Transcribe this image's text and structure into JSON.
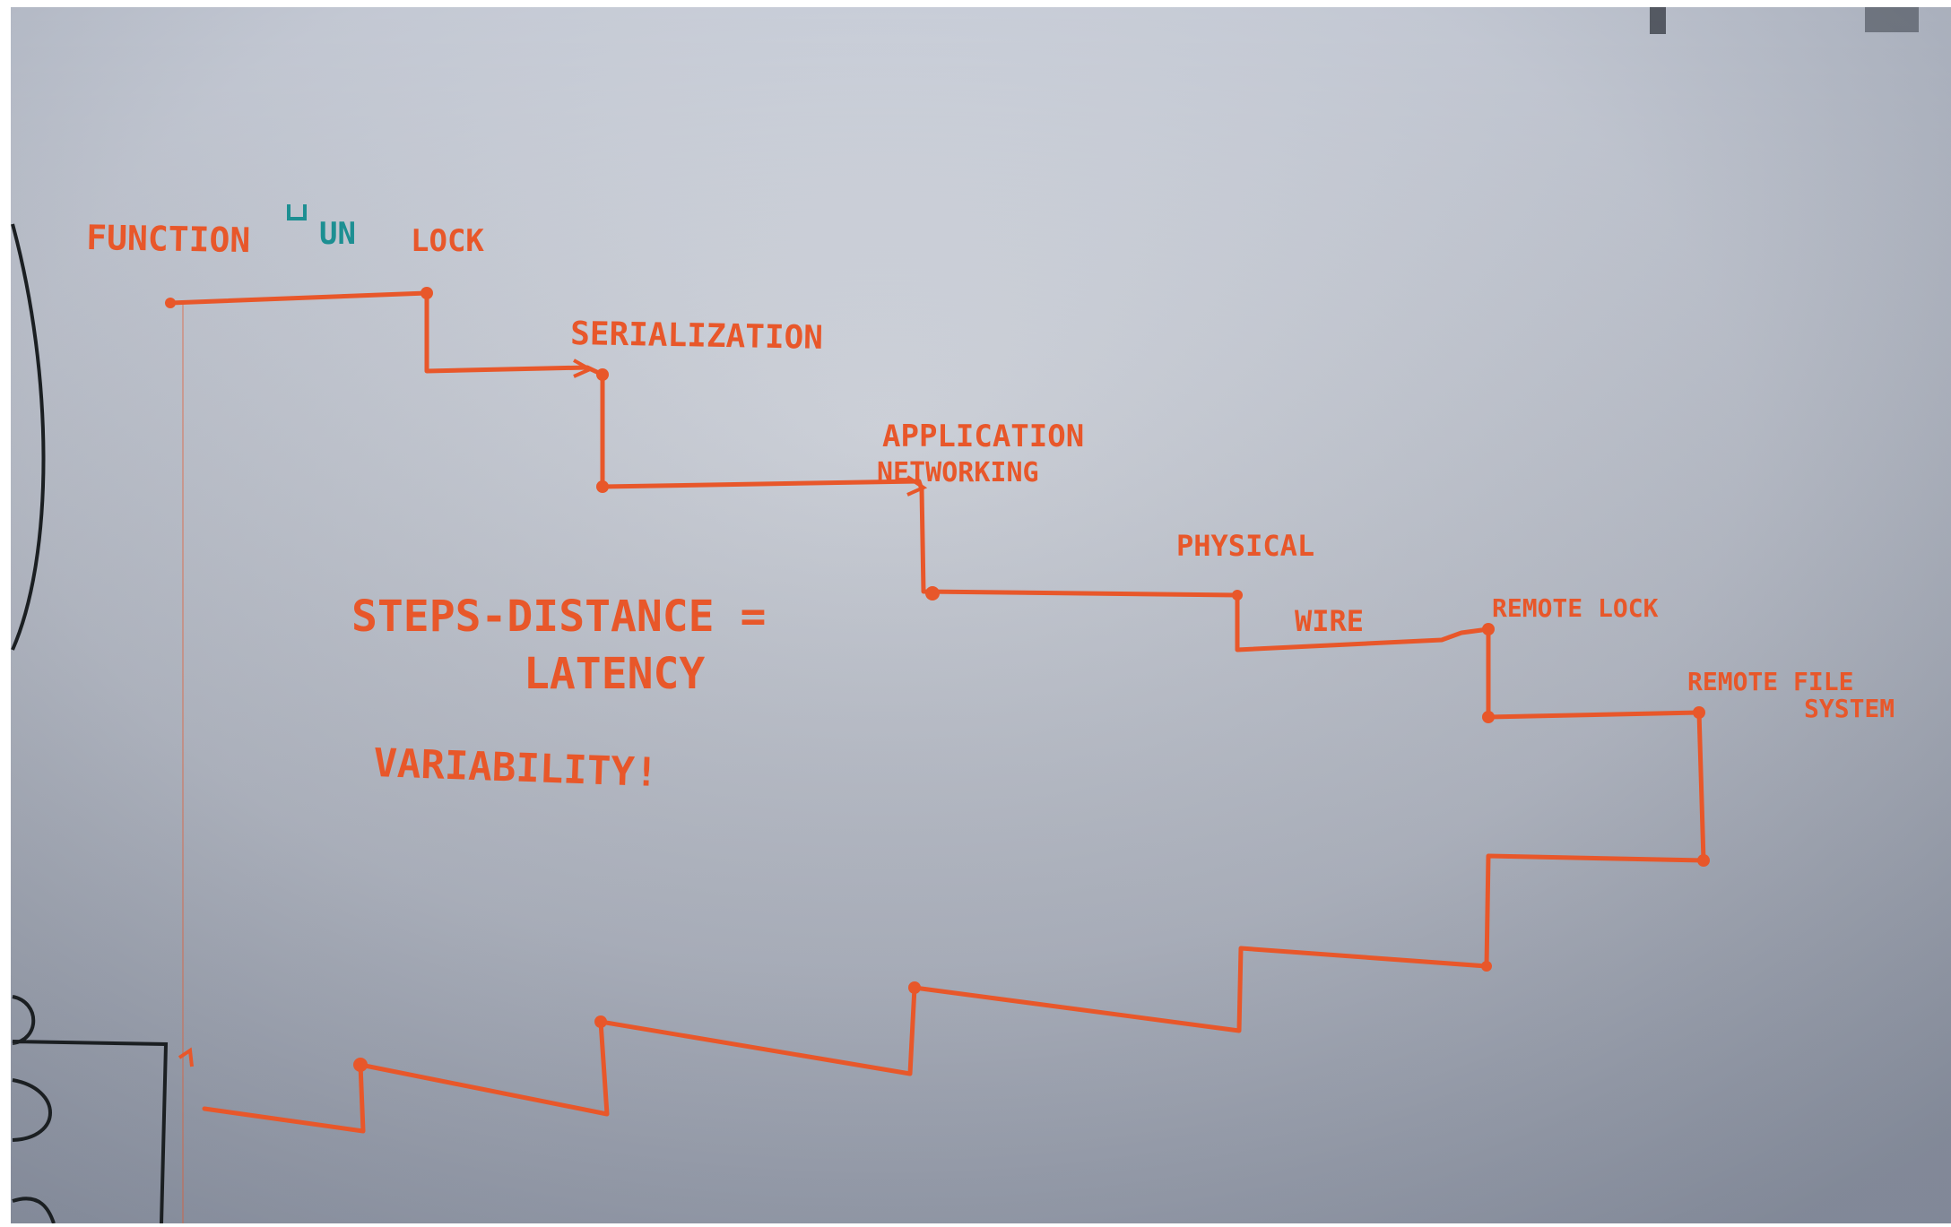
{
  "whiteboard": {
    "step_labels": [
      {
        "id": "function-unlock",
        "prefix": "FUNCTION",
        "suffix": "LOCK",
        "inserted": "UN"
      },
      {
        "id": "serialization",
        "text": "SERIALIZATION"
      },
      {
        "id": "application-networking",
        "line1": "APPLICATION",
        "line2": "NETWORKING"
      },
      {
        "id": "physical",
        "text": "PHYSICAL"
      },
      {
        "id": "wire",
        "text": "WIRE"
      },
      {
        "id": "remote-lock",
        "text": "REMOTE LOCK"
      },
      {
        "id": "remote-file-system",
        "line1": "REMOTE FILE",
        "line2": "SYSTEM"
      }
    ],
    "notes": {
      "formula_line1": "STEPS-DISTANCE =",
      "formula_line2": "LATENCY",
      "variability": "VARIABILITY!"
    },
    "colors": {
      "ink_orange": "#e8572a",
      "ink_teal": "#1d8f92",
      "ink_black": "#1b1f22",
      "board_light": "#d9dde6",
      "board_dark": "#8f96a6"
    }
  }
}
